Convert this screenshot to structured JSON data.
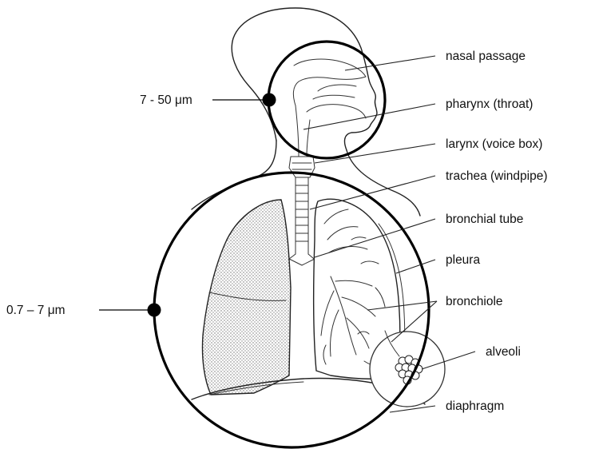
{
  "labels": {
    "nasal_passage": "nasal passage",
    "pharynx": "pharynx (throat)",
    "larynx": "larynx (voice box)",
    "trachea": "trachea (windpipe)",
    "bronchial_tube": "bronchial tube",
    "pleura": "pleura",
    "bronchiole": "bronchiole",
    "alveoli": "alveoli",
    "diaphragm": "diaphragm"
  },
  "particle_sizes": {
    "upper": "7 - 50 μm",
    "lower": "0.7 – 7 μm"
  },
  "colors": {
    "ink": "#000000",
    "outline": "#222222",
    "lung_fill": "#d9d9d9"
  }
}
